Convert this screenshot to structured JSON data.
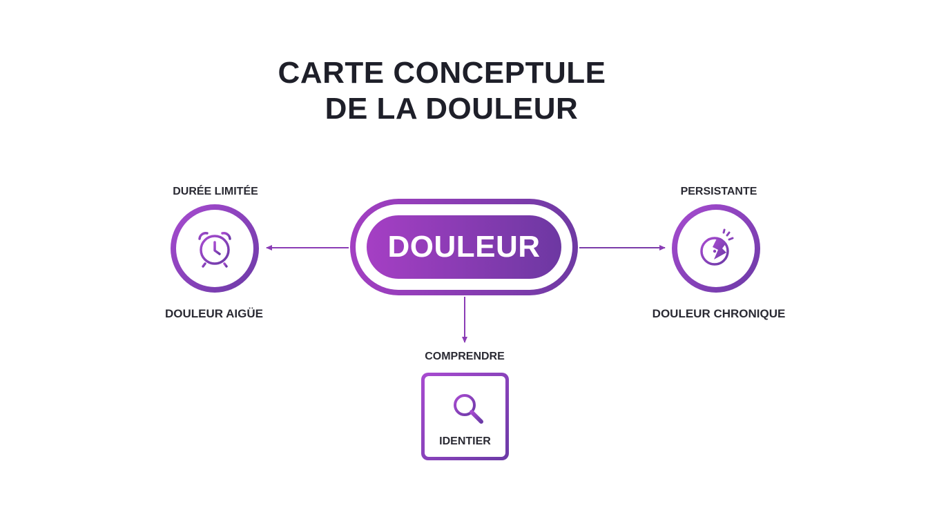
{
  "title": {
    "line1": "CARTE CONCEPTULE",
    "line2": "DE LA DOULEUR"
  },
  "center": {
    "label": "DOULEUR"
  },
  "left_node": {
    "top_label": "DURÉE LIMITÉE",
    "bottom_label": "DOULEUR AIGÜE",
    "icon": "alarm-clock-icon"
  },
  "right_node": {
    "top_label": "PERSISTANTE",
    "bottom_label": "DOULEUR CHRONIQUE",
    "icon": "broken-stopwatch-icon"
  },
  "bottom_node": {
    "top_label": "COMPRENDRE",
    "inner_label": "IDENTIER",
    "icon": "magnifying-glass-icon"
  },
  "colors": {
    "accent_start": "#a53fc4",
    "accent_end": "#6d38a2",
    "text": "#1e1f29"
  }
}
